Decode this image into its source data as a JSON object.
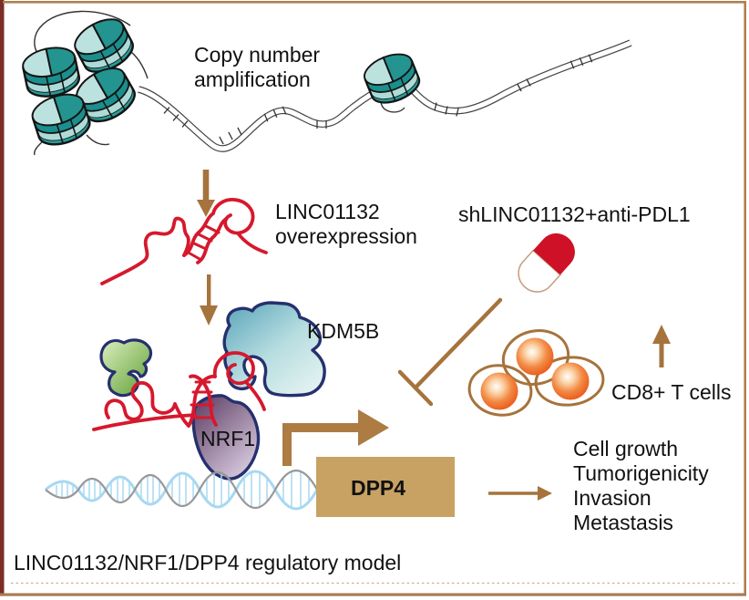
{
  "labels": {
    "copy_number": [
      "Copy number",
      "amplification"
    ],
    "linc_overexpression": [
      "LINC01132",
      "overexpression"
    ],
    "kdm5b": "KDM5B",
    "nrf1": "NRF1",
    "dpp4": "DPP4",
    "treatment": "shLINC01132+anti-PDL1",
    "cd8_t_cells": "CD8+ T cells",
    "outcomes": [
      "Cell growth",
      "Tumorigenicity",
      "Invasion",
      "Metastasis"
    ],
    "caption": "LINC01132/NRF1/DPP4 regulatory model"
  },
  "colors": {
    "arrow_brown": "#a6733c",
    "thick_arrow_brown": "#ac7c42",
    "dpp4_box": "#c8a263",
    "rna_red": "#d6182d",
    "capsule_red": "#ce1126",
    "navy_outline": "#26306e",
    "kdm5b_teal_dark": "#5ca6ba",
    "kdm5b_teal_light": "#e0f1ef",
    "green_dark": "#61a135",
    "green_light": "#d8edb9",
    "nrf1_dark": "#5d3b62",
    "nrf1_light": "#d4c4dc",
    "nucleosome_dark": "#1f9795",
    "nucleosome_light": "#bce2df",
    "helix_blue": "#a7d8f1",
    "helix_gray": "#989898",
    "cell_membrane": "#a6733c",
    "cell_core_orange": "#eb5f1f",
    "frame_maroon": "#7c2d26",
    "frame_tan": "#b08050",
    "text": "#111111"
  }
}
